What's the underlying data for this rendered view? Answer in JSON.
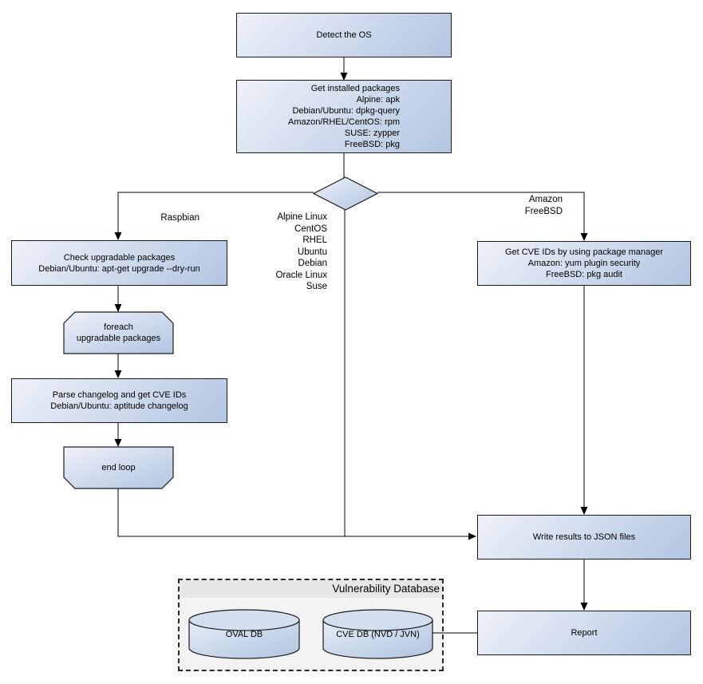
{
  "nodes": {
    "detect_os": "Detect the OS",
    "get_packages": "Get installed packages\nAlpine: apk\nDebian/Ubuntu: dpkg-query\nAmazon/RHEL/CentOS: rpm\nSUSE: zypper\nFreeBSD: pkg",
    "check_upgradable": "Check upgradable packages\nDebian/Ubuntu: apt-get upgrade --dry-run",
    "foreach_loop": "foreach\nupgradable packages",
    "parse_changelog": "Parse changelog and get CVE IDs\nDebian/Ubuntu: aptitude changelog",
    "end_loop": "end loop",
    "get_cve": "Get CVE IDs by using package manager\nAmazon: yum plugin security\nFreeBSD: pkg audit",
    "write_results": "Write results to JSON files",
    "report": "Report"
  },
  "edge_labels": {
    "raspbian": "Raspbian",
    "os_list": "Alpine Linux\nCentOS\nRHEL\nUbuntu\nDebian\nOracle Linux\nSuse",
    "amazon_freebsd": "Amazon\nFreeBSD"
  },
  "database": {
    "title": "Vulnerability Database",
    "oval_db": "OVAL DB",
    "cve_db": "CVE DB (NVD / JVN)"
  },
  "colors": {
    "node_fill_light": "#eef2f9",
    "node_fill_dark": "#b2c5e1",
    "node_border": "#1b1b1b",
    "line": "#000000",
    "container_bg": "#f3f3f3",
    "container_title_bg": "#e7e7e7"
  }
}
